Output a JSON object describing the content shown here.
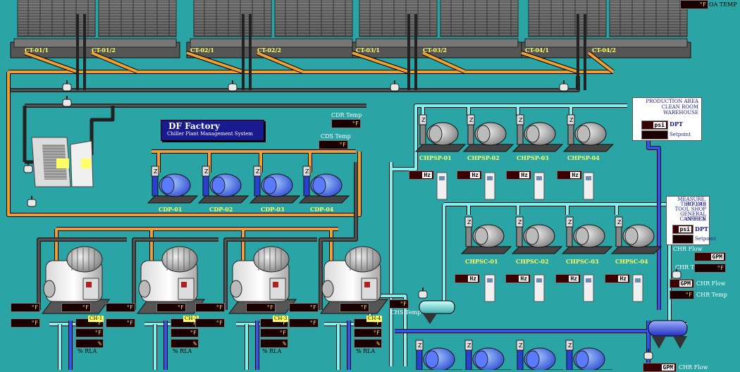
{
  "header": {
    "oa_temp_value": "",
    "oa_temp_unit": "°F",
    "oa_temp_label": "OA TEMP"
  },
  "title": {
    "name": "DF Factory",
    "subtitle": "Chiller Plant Management System"
  },
  "cooling_towers": [
    "CT-01/1",
    "CT-01/2",
    "CT-02/1",
    "CT-02/2",
    "CT-03/1",
    "CT-03/2",
    "CT-04/1",
    "CT-04/2"
  ],
  "cdr_temp": {
    "label": "CDR Temp",
    "unit": "°F"
  },
  "cds_temp": {
    "label": "CDS Temp",
    "unit": "°F"
  },
  "condenser_pumps": [
    "CDP-01",
    "CDP-02",
    "CDP-03",
    "CDP-04"
  ],
  "chpsp_pumps": [
    "CHPSP-01",
    "CHPSP-02",
    "CHPSP-03",
    "CHPSP-04"
  ],
  "chpsc_pumps": [
    "CHPSC-01",
    "CHPSC-02",
    "CHPSC-03",
    "CHPSC-04"
  ],
  "hz_unit": "Hz",
  "deg_unit": "°F",
  "pct_unit": "%",
  "rla_label": "% RLA",
  "chiller_tags": [
    "CH-1",
    "CH-2",
    "CH-3",
    "CH-4"
  ],
  "chs_temp": {
    "label": "CHS Temp",
    "unit": "°F"
  },
  "panel1": {
    "lines": [
      "PRODUCTION AREA",
      "CLEAN ROOM",
      "WAREHOUSE"
    ],
    "psi_unit": "psi",
    "dpt": "DPT",
    "setpoint": "Setpoint"
  },
  "panel2": {
    "lines": [
      "MEASURE. ROOMS",
      "TEST LAB",
      "TOOL SHOP",
      "GENERAL OFFICE",
      "CANTEEN"
    ],
    "psi_unit": "psi",
    "dpt": "DPT",
    "setpoint": "Setpoint"
  },
  "chr_flow": {
    "label": "CHR Flow",
    "unit": "GPM"
  },
  "chr_temp": {
    "label": "CHR Temp",
    "unit": "°F"
  },
  "chr_flow2": {
    "label": "CHR Flow",
    "unit": "GPM"
  },
  "chr_temp2": {
    "label": "CHR Temp",
    "unit": "°F"
  },
  "chr_flow3": {
    "label": "CHR Flow",
    "unit": "GPM"
  },
  "colors": {
    "background": "#2aa4a4",
    "condenser_pipe": "#f0a030",
    "chilled_supply": "#80f0f0",
    "chilled_return": "#3355ee",
    "dark_pipe": "#333333"
  }
}
